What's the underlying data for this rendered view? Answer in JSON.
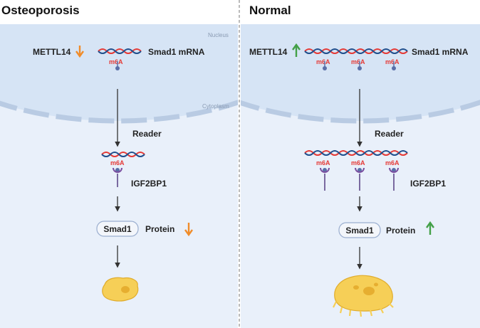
{
  "panels": {
    "left": {
      "title": "Osteoporosis",
      "compartments": {
        "nucleus": "Nucleus",
        "cytoplasm": "Cytoplasm"
      },
      "writer": "METTL14",
      "writer_change": "down",
      "mrna": "Smad1 mRNA",
      "mark": "m6A",
      "reader_step": "Reader",
      "reader_protein": "IGF2BP1",
      "target": "Smad1",
      "product": "Protein",
      "product_change": "down"
    },
    "right": {
      "title": "Normal",
      "writer": "METTL14",
      "writer_change": "up",
      "mrna": "Smad1 mRNA",
      "mark": "m6A",
      "reader_step": "Reader",
      "reader_protein": "IGF2BP1",
      "target": "Smad1",
      "product": "Protein",
      "product_change": "up"
    }
  },
  "colors": {
    "down_arrow": "#f08c2a",
    "up_arrow": "#43a047",
    "nucleus_fill": "#d6e4f5",
    "cytoplasm_fill": "#e9f0fa",
    "rna_red": "#e53935",
    "rna_blue": "#1f4e8c",
    "cell_yellow": "#f6cf57"
  }
}
